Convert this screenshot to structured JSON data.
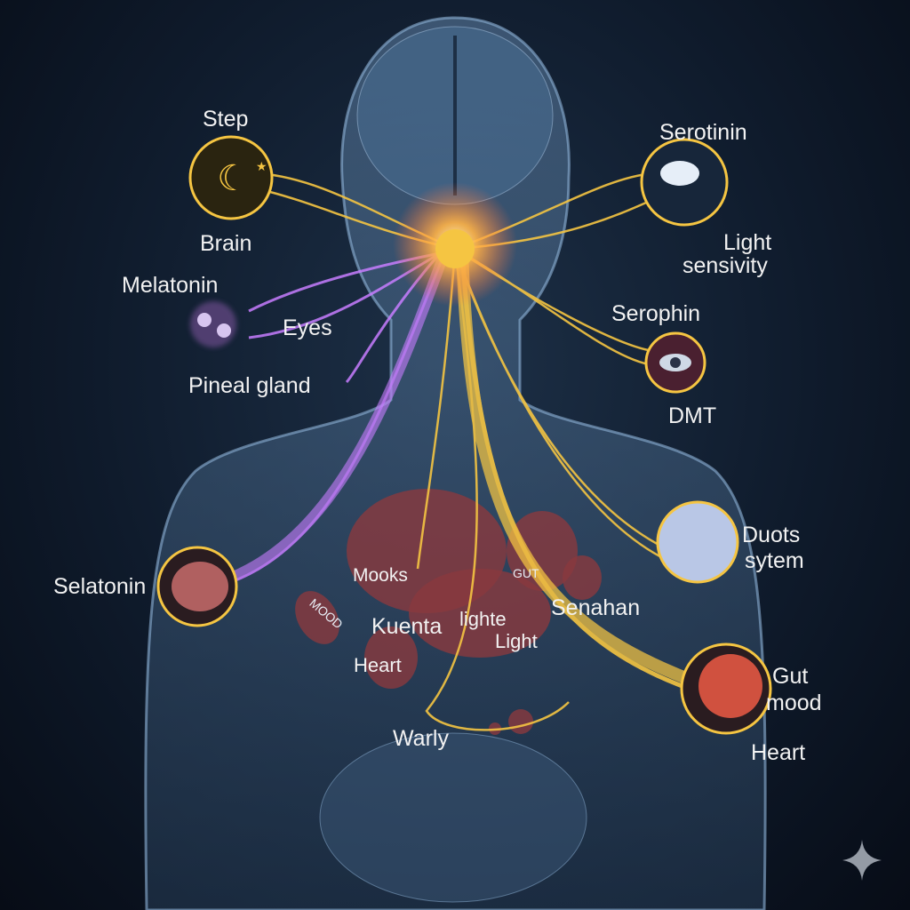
{
  "labels": {
    "step": "Step",
    "brain": "Brain",
    "melatonin": "Melatonin",
    "eyes": "Eyes",
    "pineal_gland": "Pineal gland",
    "serotinin": "Serotinin",
    "light_sensivity_1": "Light",
    "light_sensivity_2": "sensivity",
    "serophin": "Serophin",
    "dmt": "DMT",
    "duots_1": "Duots",
    "duots_2": "sytem",
    "selatonin": "Selatonin",
    "mooks": "Mooks",
    "mood_badge": "MOOD",
    "kuenta": "Kuenta",
    "heart_left": "Heart",
    "lighte": "lighte",
    "light": "Light",
    "gut_small": "GUT",
    "senahan": "Senahan",
    "warly": "Warly",
    "gut_mood_1": "Gut",
    "gut_mood_2": "mood",
    "heart_right": "Heart"
  },
  "colors": {
    "gold": "#f5c542",
    "violet": "#c77dff",
    "organ": "#8a3a3f",
    "body": "#5f86b0"
  }
}
